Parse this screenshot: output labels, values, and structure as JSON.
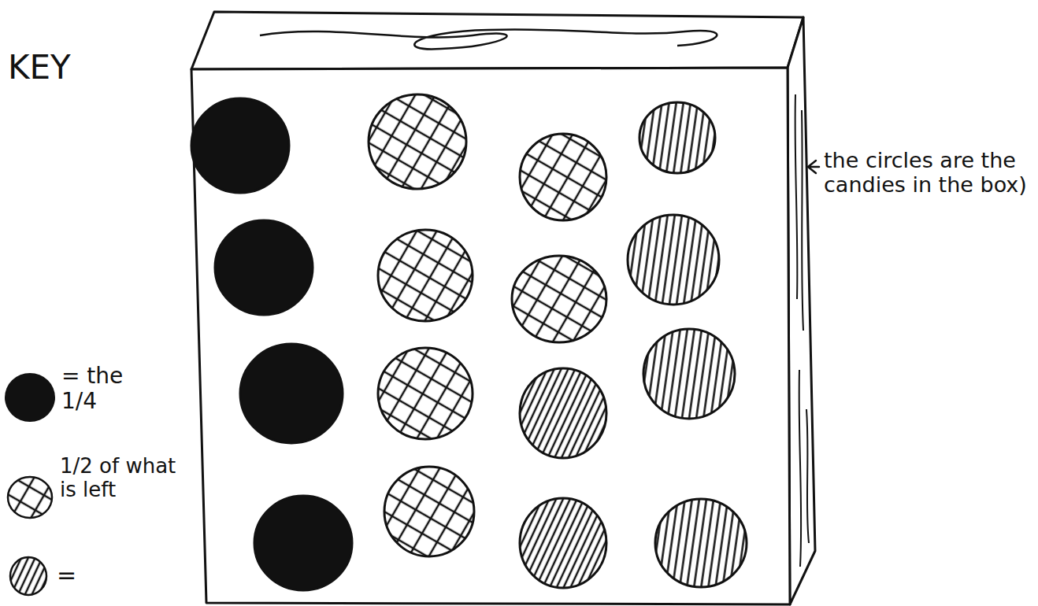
{
  "diagram": {
    "labels": [
      "the circles are the candies in the box)",
      "KEY"
    ],
    "legend": [
      {
        "text": "= the 1/4",
        "color": "#111111"
      },
      {
        "text": "1/2 of what is left"
      },
      {
        "text": "="
      }
    ]
  }
}
